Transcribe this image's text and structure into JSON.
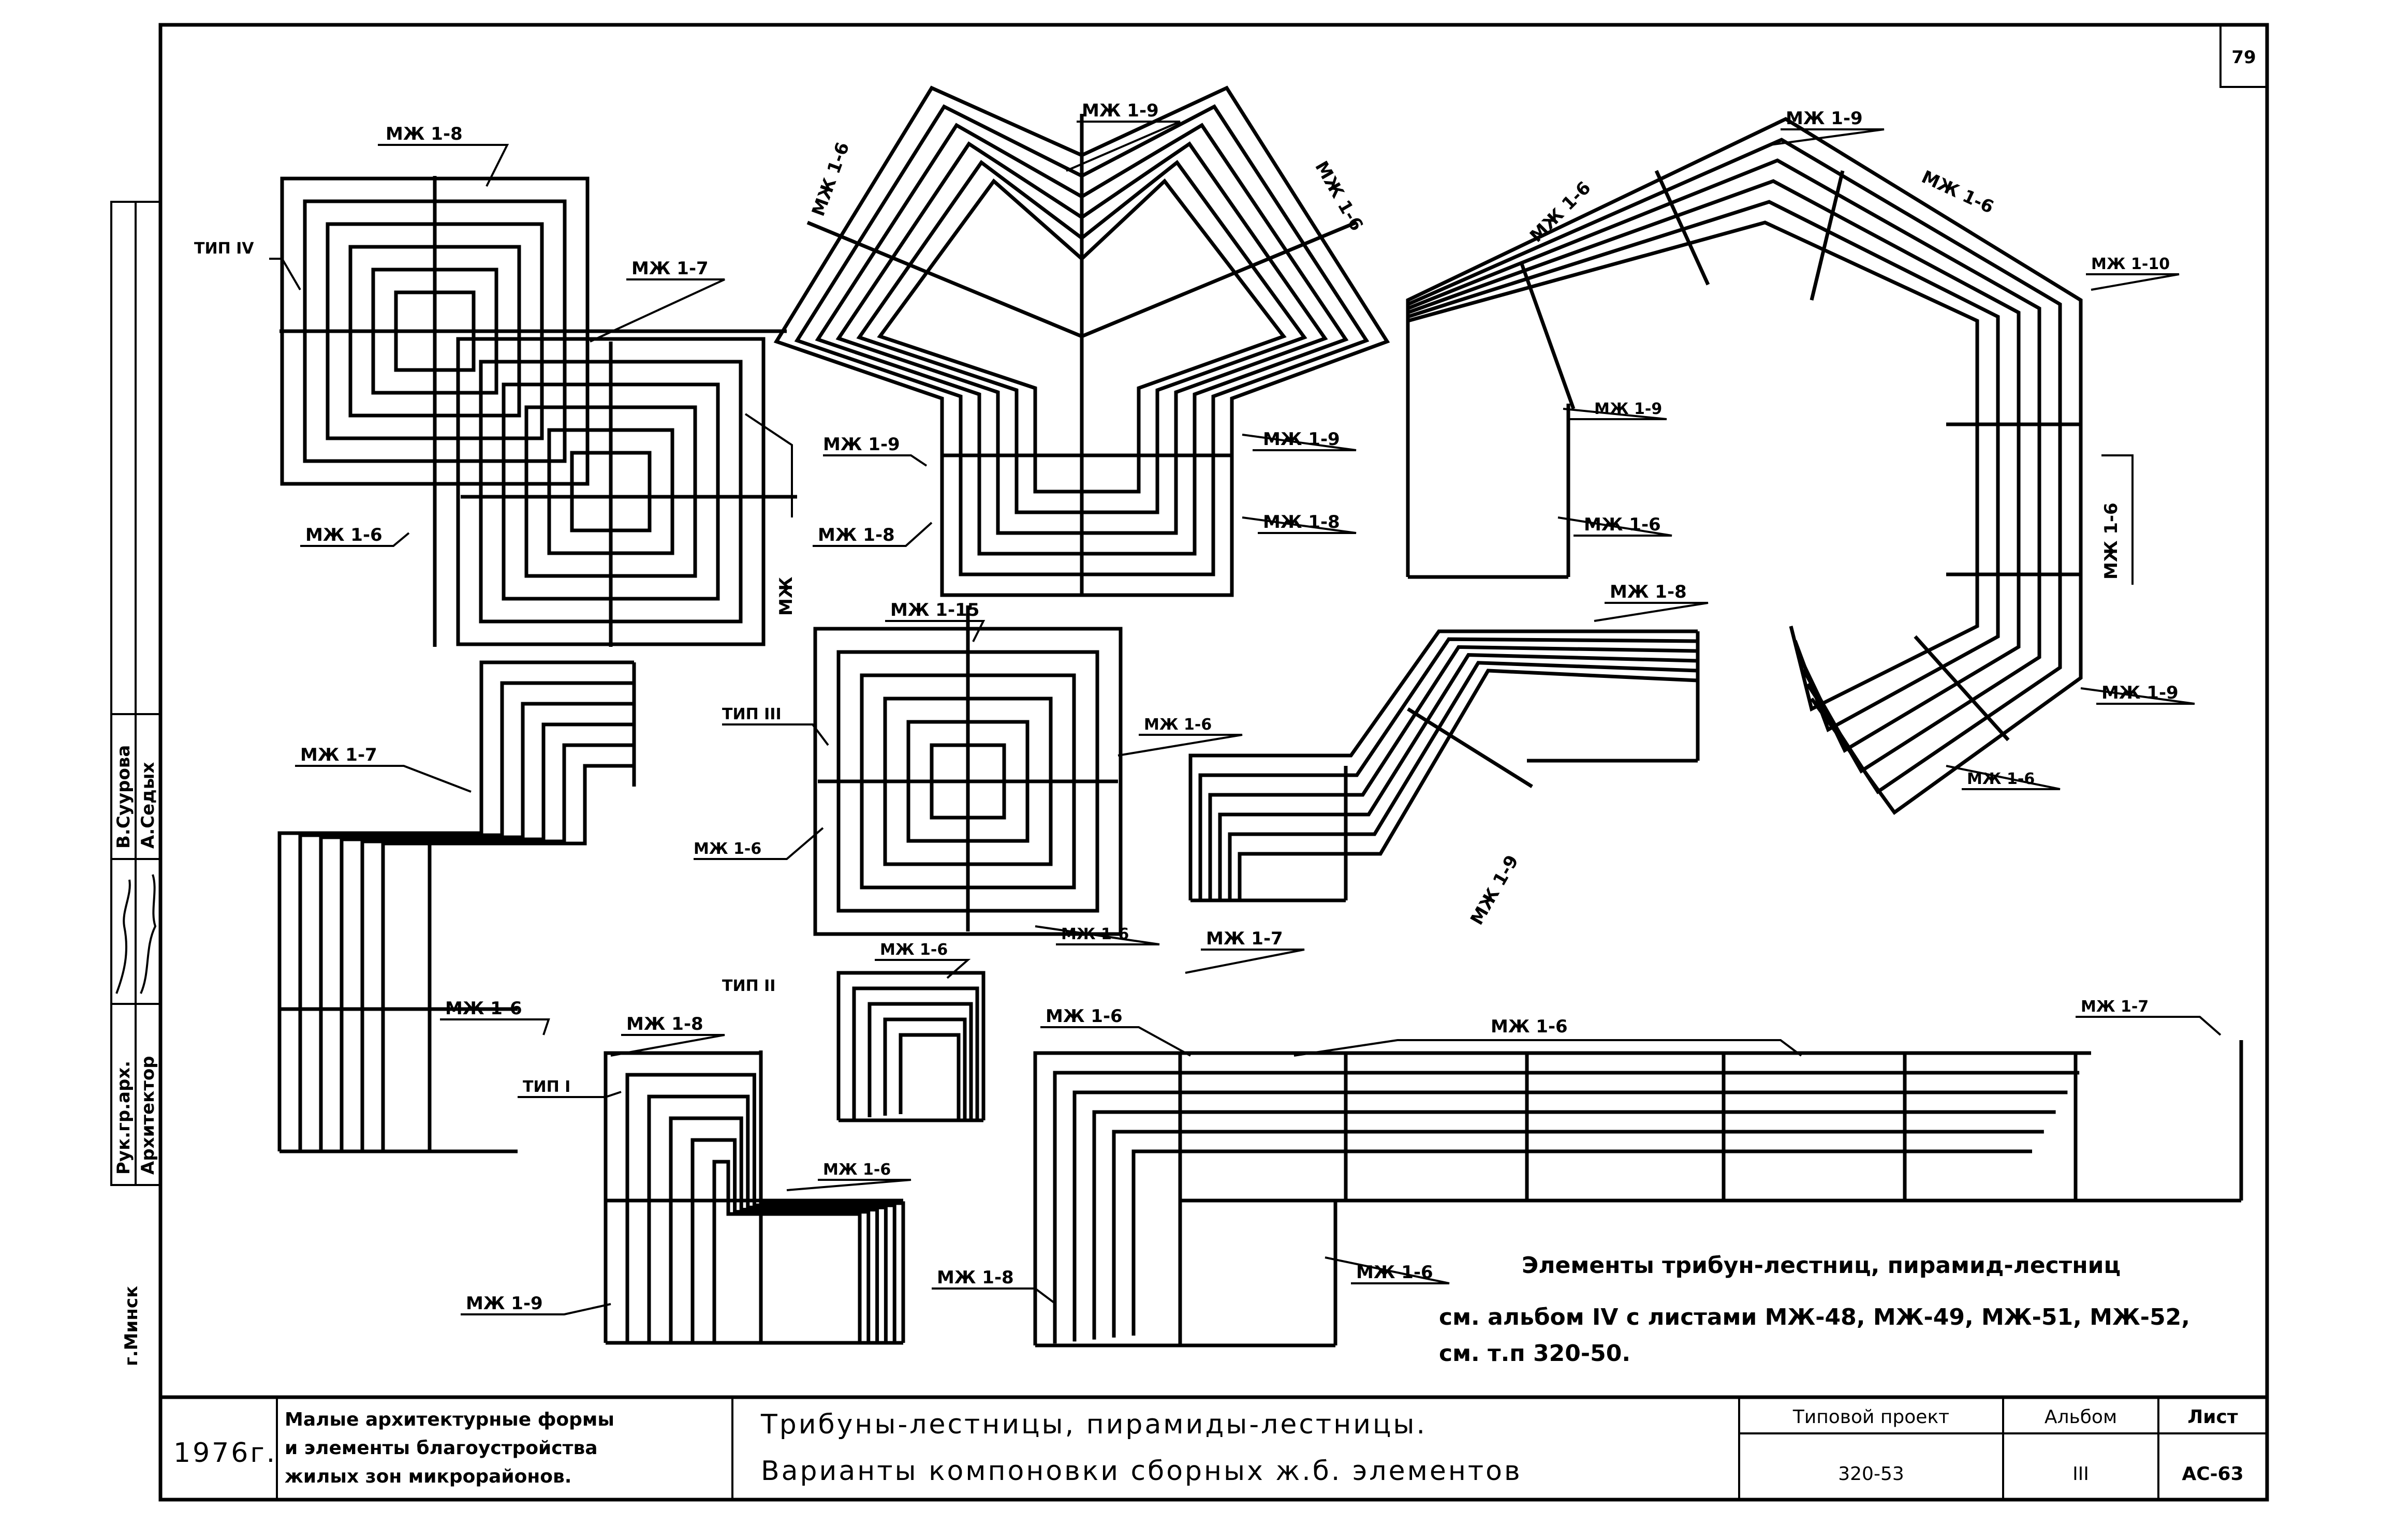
{
  "sheet_number": "79",
  "labels": {
    "a1": "МЖ 1-8",
    "a2": "ТИП IV",
    "a3": "МЖ 1-7",
    "a4": "МЖ 1-6",
    "a5": "МЖ",
    "b1": "МЖ 1-9",
    "b2": "МЖ 1-6",
    "b3": "МЖ 1-6",
    "b4": "МЖ 1-9",
    "b5": "МЖ 1-9",
    "b6": "МЖ 1-8",
    "b7": "МЖ 1-8",
    "c1": "МЖ 1-9",
    "c2": "МЖ 1-6",
    "c3": "МЖ 1-6",
    "c4": "МЖ 1-10",
    "c5": "МЖ 1-9",
    "c6": "МЖ 1-6",
    "c7": "МЖ 1-6",
    "c8": "МЖ 1-9",
    "c9": "МЖ 1-6",
    "d1": "МЖ 1-7",
    "d2": "МЖ 1-6",
    "e1": "МЖ 1-15",
    "e2": "ТИП III",
    "e3": "МЖ 1-6",
    "e4": "МЖ 1-6",
    "e5": "МЖ 1-6",
    "f1": "МЖ 1-8",
    "f2": "МЖ 1-9",
    "f3": "МЖ 1-7",
    "g1": "МЖ 1-6",
    "g2": "ТИП II",
    "h1": "МЖ 1-8",
    "h2": "ТИП I",
    "h3": "МЖ 1-6",
    "h4": "МЖ 1-9",
    "i1": "МЖ 1-6",
    "i2": "МЖ 1-6",
    "i3": "МЖ 1-7",
    "i4": "МЖ 1-8",
    "i5": "МЖ 1-6"
  },
  "note": {
    "line1": "Элементы трибун-лестниц, пирамид-лестниц",
    "line2": "см. альбом IV с листами МЖ-48, МЖ-49, МЖ-51, МЖ-52,",
    "line3": "см. т.п 320-50."
  },
  "side_stamp": {
    "role1": "Рук.гр.арх.",
    "role2": "Архитектор",
    "name1": "В.Суурова",
    "name2": "А.Седых",
    "city": "г.Минск"
  },
  "title_block": {
    "year": "1976г.",
    "subject_line1": "Малые архитектурные формы",
    "subject_line2": "и элементы благоустройства",
    "subject_line3": "жилых зон микрорайонов.",
    "title_line1": "Трибуны-лестницы, пирамиды-лестницы.",
    "title_line2": "Варианты компоновки сборных ж.б. элементов",
    "project_label": "Типовой проект",
    "project_value": "320-53",
    "album_label": "Альбом",
    "album_value": "III",
    "sheet_label": "Лист",
    "sheet_value": "АС-63"
  }
}
